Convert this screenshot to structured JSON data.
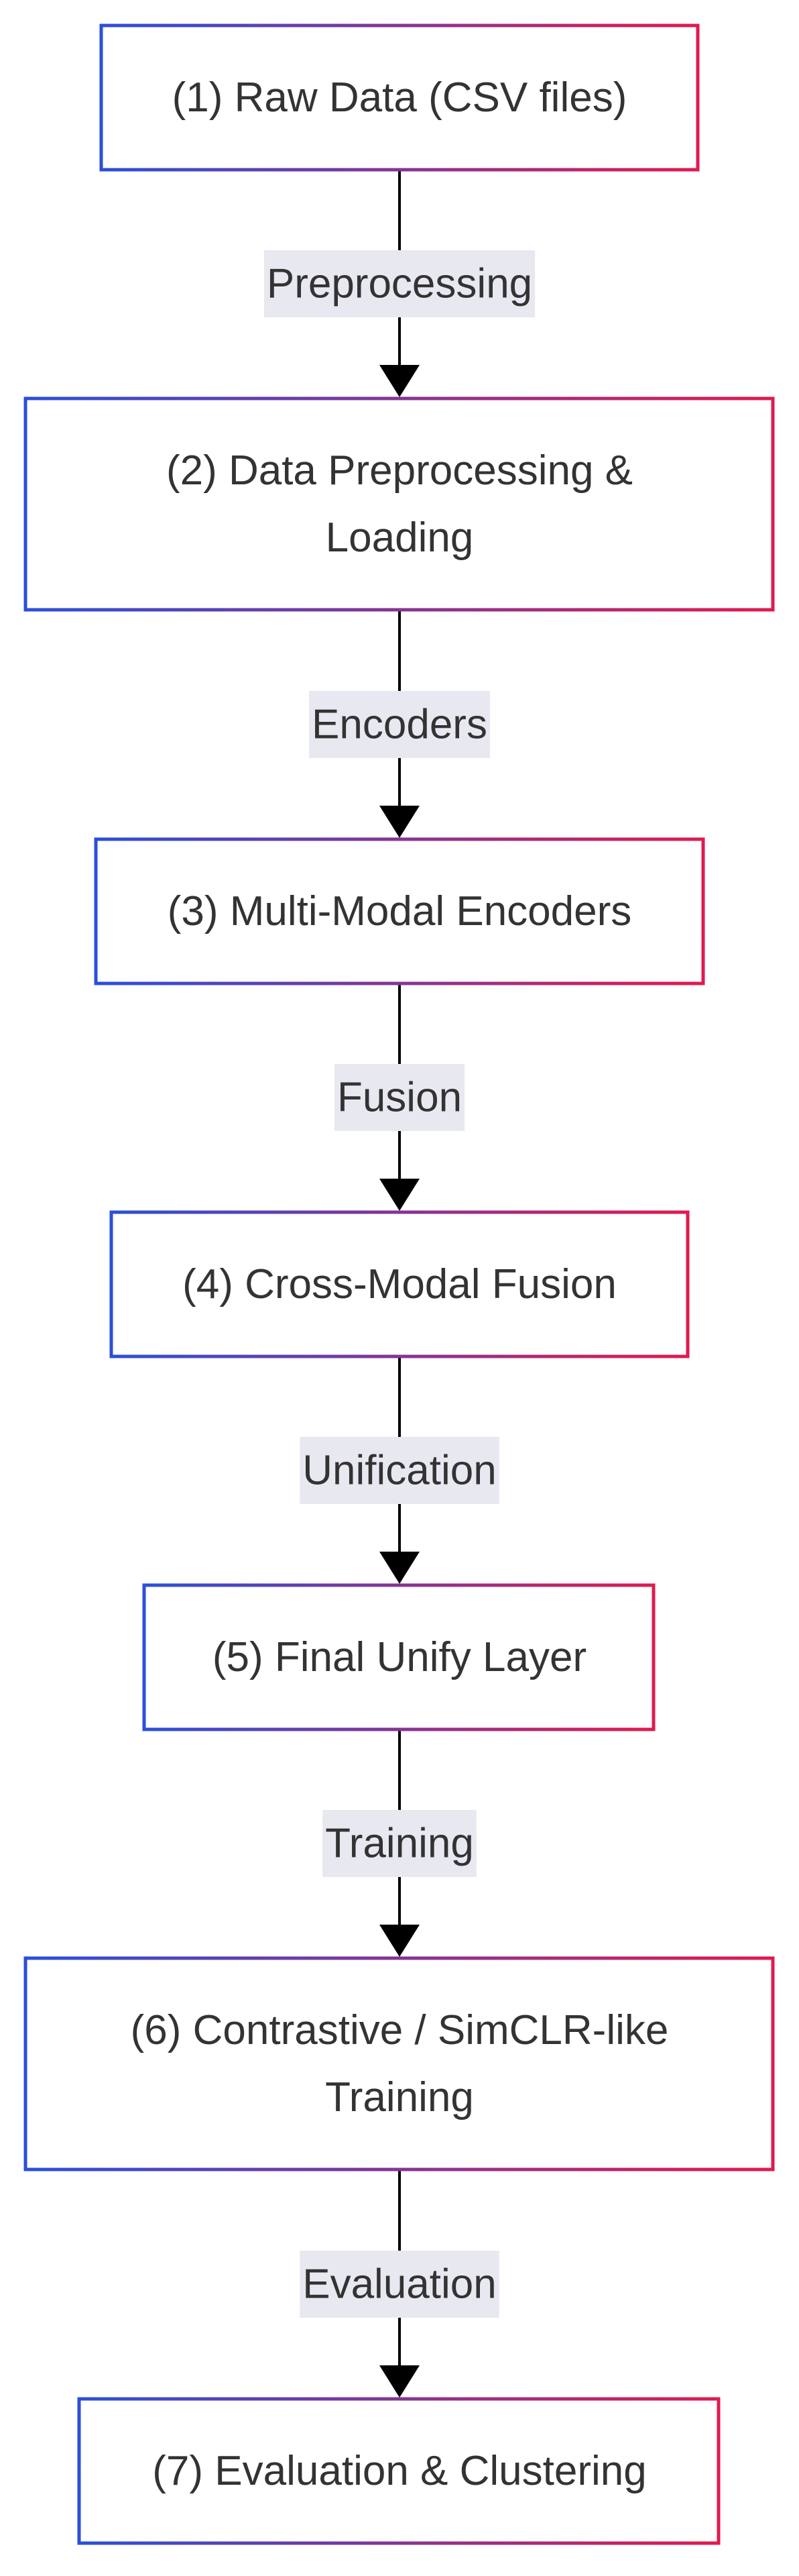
{
  "diagram": {
    "nodes": [
      {
        "id": "n1",
        "lines": [
          "(1) Raw Data (CSV files)"
        ]
      },
      {
        "id": "n2",
        "lines": [
          "(2) Data Preprocessing &",
          "Loading"
        ]
      },
      {
        "id": "n3",
        "lines": [
          "(3) Multi-Modal Encoders"
        ]
      },
      {
        "id": "n4",
        "lines": [
          "(4) Cross-Modal Fusion"
        ]
      },
      {
        "id": "n5",
        "lines": [
          "(5) Final Unify Layer"
        ]
      },
      {
        "id": "n6",
        "lines": [
          "(6) Contrastive / SimCLR-like",
          "Training"
        ]
      },
      {
        "id": "n7",
        "lines": [
          "(7) Evaluation & Clustering"
        ]
      }
    ],
    "edges": [
      {
        "from": "n1",
        "to": "n2",
        "label": "Preprocessing"
      },
      {
        "from": "n2",
        "to": "n3",
        "label": "Encoders"
      },
      {
        "from": "n3",
        "to": "n4",
        "label": "Fusion"
      },
      {
        "from": "n4",
        "to": "n5",
        "label": "Unification"
      },
      {
        "from": "n5",
        "to": "n6",
        "label": "Training"
      },
      {
        "from": "n6",
        "to": "n7",
        "label": "Evaluation"
      }
    ]
  },
  "colors": {
    "border_start": "#2a4fd8",
    "border_end": "#e01a4f",
    "node_fill": "#ffffff",
    "text": "#333333",
    "edge_line": "#000000",
    "edge_label_bg": "#e8e8f0"
  }
}
